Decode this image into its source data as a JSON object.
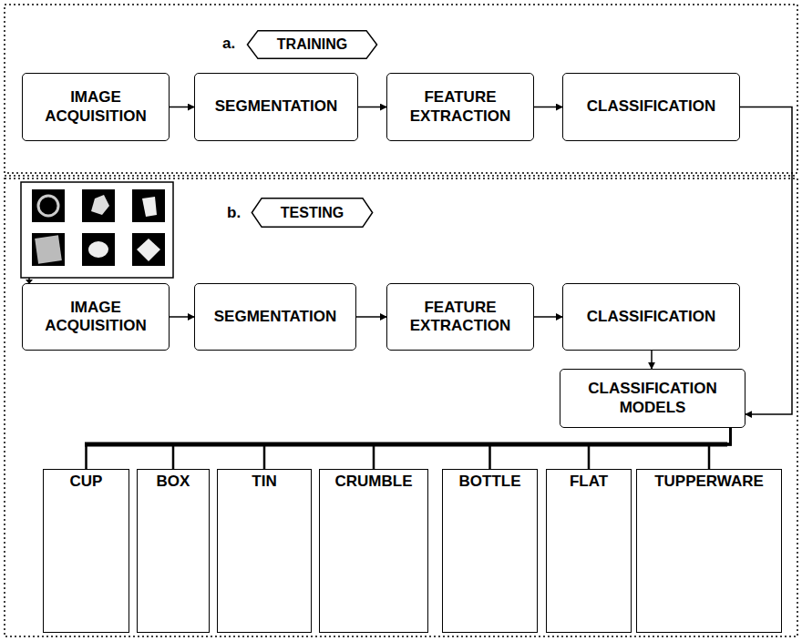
{
  "diagram": {
    "nodes": [
      {
        "text": [
          "TRAINING"
        ]
      },
      {
        "text": [
          "IMAGE ACQUISITION"
        ]
      },
      {
        "text": [
          "SEGMENTATION"
        ]
      },
      {
        "text": [
          "FEATURE EXTRACTION"
        ]
      },
      {
        "text": [
          "CLASSIFICATION"
        ]
      },
      {
        "text": [
          "TESTING"
        ]
      },
      {
        "text": [
          "IMAGE ACQUISITION"
        ]
      },
      {
        "text": [
          "SEGMENTATION"
        ]
      },
      {
        "text": [
          "FEATURE EXTRACTION"
        ]
      },
      {
        "text": [
          "CLASSIFICATION"
        ]
      },
      {
        "text": [
          "CLASSIFICATION MODELS"
        ]
      },
      {
        "text": [
          "CUP"
        ]
      },
      {
        "text": [
          "BOX"
        ]
      },
      {
        "text": [
          "TIN"
        ]
      },
      {
        "text": [
          "CRUMBLE"
        ]
      },
      {
        "text": [
          "BOTTLE"
        ]
      },
      {
        "text": [
          "FLAT"
        ]
      },
      {
        "text": [
          "TUPPERWARE"
        ]
      }
    ],
    "edges": [
      {
        "from": 1,
        "to": 2,
        "arrow": "to"
      },
      {
        "from": 2,
        "to": 3,
        "arrow": "to"
      },
      {
        "from": 3,
        "to": 4,
        "arrow": "to"
      },
      {
        "from": 4,
        "to": 10,
        "arrow": "to"
      },
      {
        "from": 6,
        "to": 7,
        "arrow": "to"
      },
      {
        "from": 7,
        "to": 8,
        "arrow": "to"
      },
      {
        "from": 8,
        "to": 9,
        "arrow": "to"
      },
      {
        "from": 9,
        "to": 10,
        "arrow": "to"
      },
      {
        "from": 10,
        "to": 11,
        "arrow": "none"
      },
      {
        "from": 10,
        "to": 12,
        "arrow": "none"
      },
      {
        "from": 10,
        "to": 13,
        "arrow": "none"
      },
      {
        "from": 10,
        "to": 14,
        "arrow": "none"
      },
      {
        "from": 10,
        "to": 15,
        "arrow": "none"
      },
      {
        "from": 10,
        "to": 16,
        "arrow": "none"
      },
      {
        "from": 10,
        "to": 17,
        "arrow": "none"
      }
    ],
    "labels": [
      "a.",
      "b."
    ]
  }
}
